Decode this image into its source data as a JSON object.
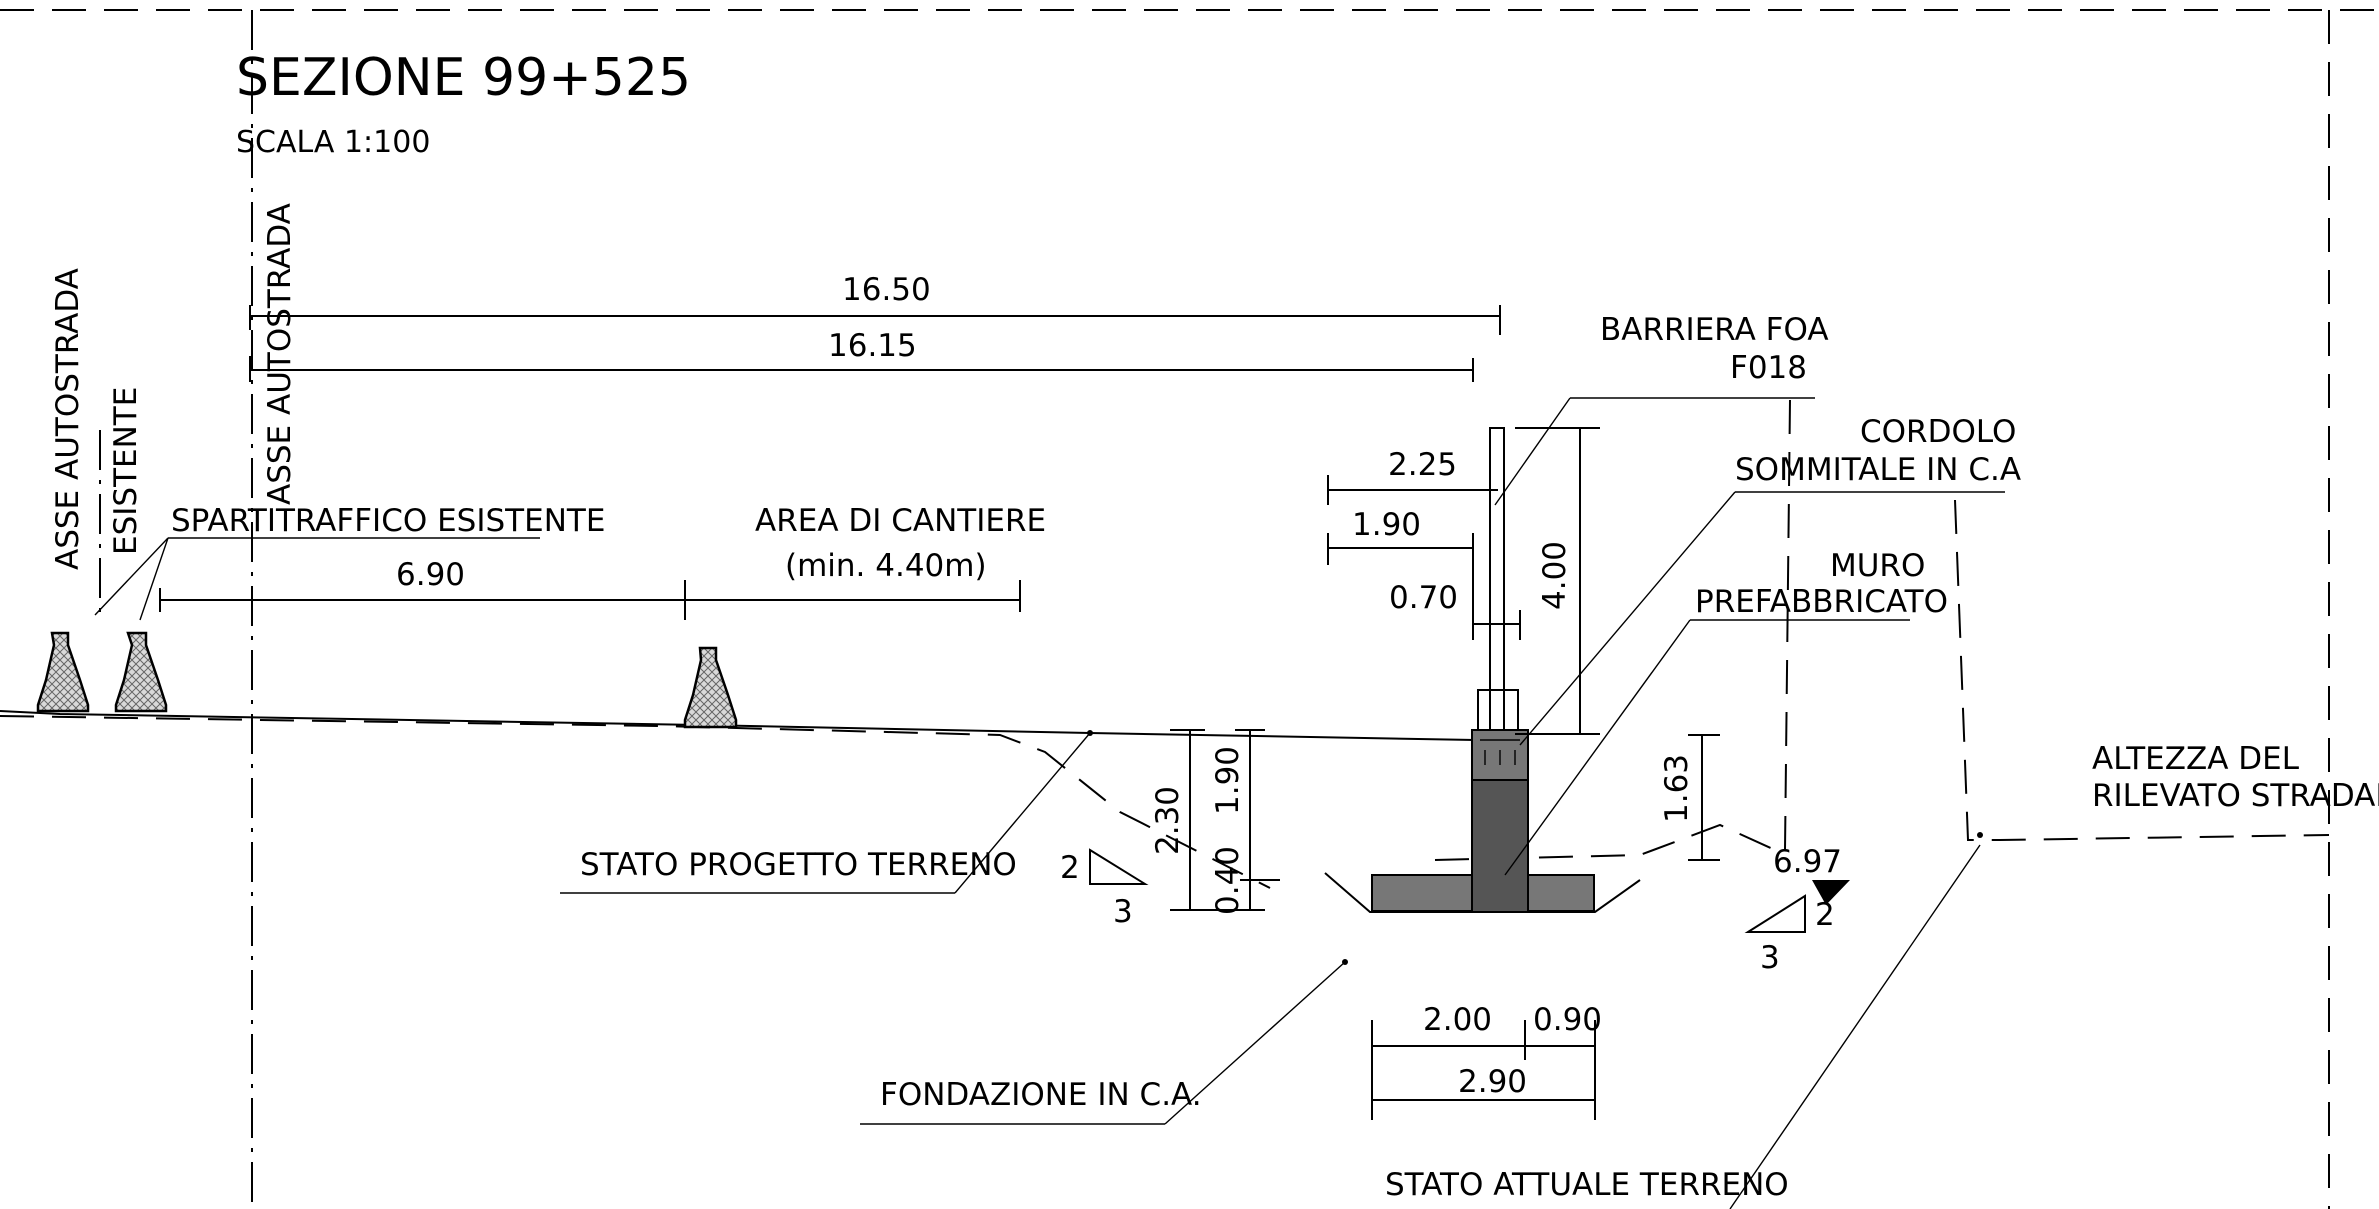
{
  "title": "SEZIONE 99+525",
  "scale": "SCALA   1:100",
  "labels": {
    "asse_autostrada_existing": "ASSE AUTOSTRADA",
    "esistente": "ESISTENTE",
    "asse_autostrada": "ASSE AUTOSTRADA",
    "spartitraffico": "SPARTITRAFFICO ESISTENTE",
    "area_cantiere_1": "AREA DI CANTIERE",
    "area_cantiere_2": "(min. 4.40m)",
    "barriera_1": "BARRIERA FOA",
    "barriera_2": "F018",
    "cordolo_1": "CORDOLO",
    "cordolo_2": "SOMMITALE IN C.A",
    "muro_1": "MURO",
    "muro_2": "PREFABBRICATO",
    "altezza_1": "ALTEZZA DEL",
    "altezza_2": "RILEVATO STRADALE",
    "stato_progetto": "STATO PROGETTO TERRENO",
    "fondazione": "FONDAZIONE IN C.A.",
    "stato_attuale": "STATO ATTUALE TERRENO"
  },
  "dimensions": {
    "d16_50": "16.50",
    "d16_15": "16.15",
    "d6_90": "6.90",
    "d2_25": "2.25",
    "d1_90_top": "1.90",
    "d0_70": "0.70",
    "d4_00": "4.00",
    "d2_30": "2.30",
    "d1_90_v": "1.90",
    "d0_40": "0.40",
    "d1_63": "1.63",
    "d6_97": "6.97",
    "d2_00": "2.00",
    "d0_90": "0.90",
    "d2_90": "2.90"
  },
  "slopes": {
    "left_rise": "2",
    "left_run": "3",
    "right_rise": "2",
    "right_run": "3"
  }
}
